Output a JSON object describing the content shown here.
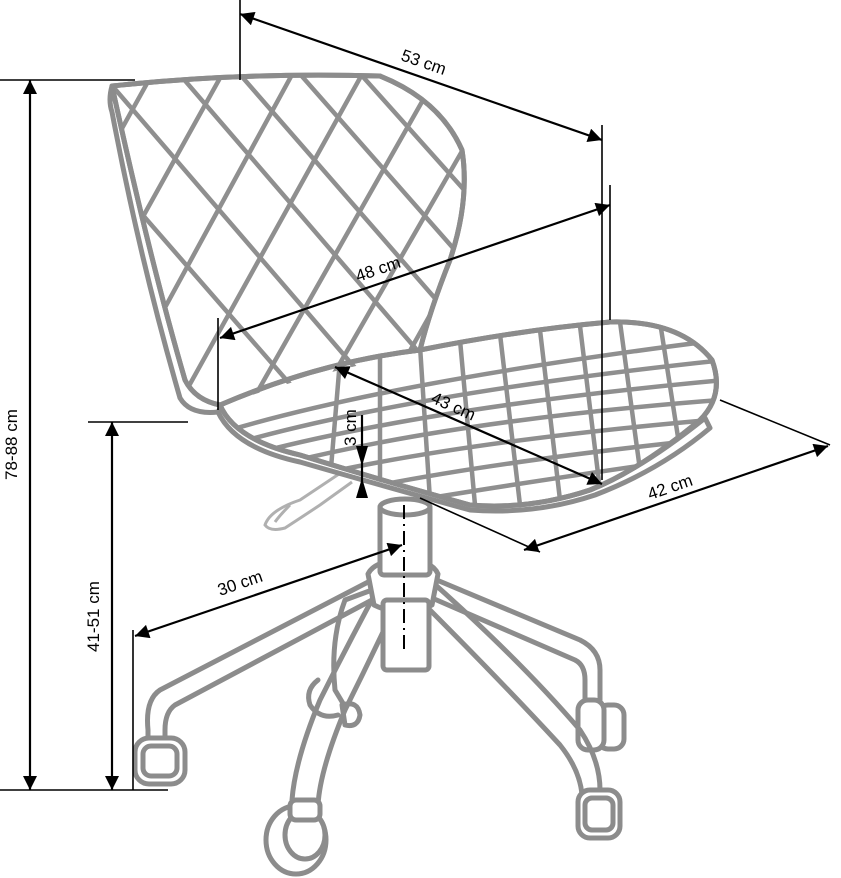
{
  "diagram": {
    "subject": "Office swivel chair with quilted diamond-stitched shell seat and 5-star castor base",
    "line_color": "#8c8c8c",
    "dimension_color": "#000000",
    "dimensions": {
      "back_width": "53 cm",
      "shell_depth": "48 cm",
      "seat_depth": "43 cm",
      "seat_thickness": "3 cm",
      "seat_width": "42 cm",
      "base_radius": "30 cm",
      "total_height": "78-88 cm",
      "seat_height": "41-51 cm"
    }
  }
}
